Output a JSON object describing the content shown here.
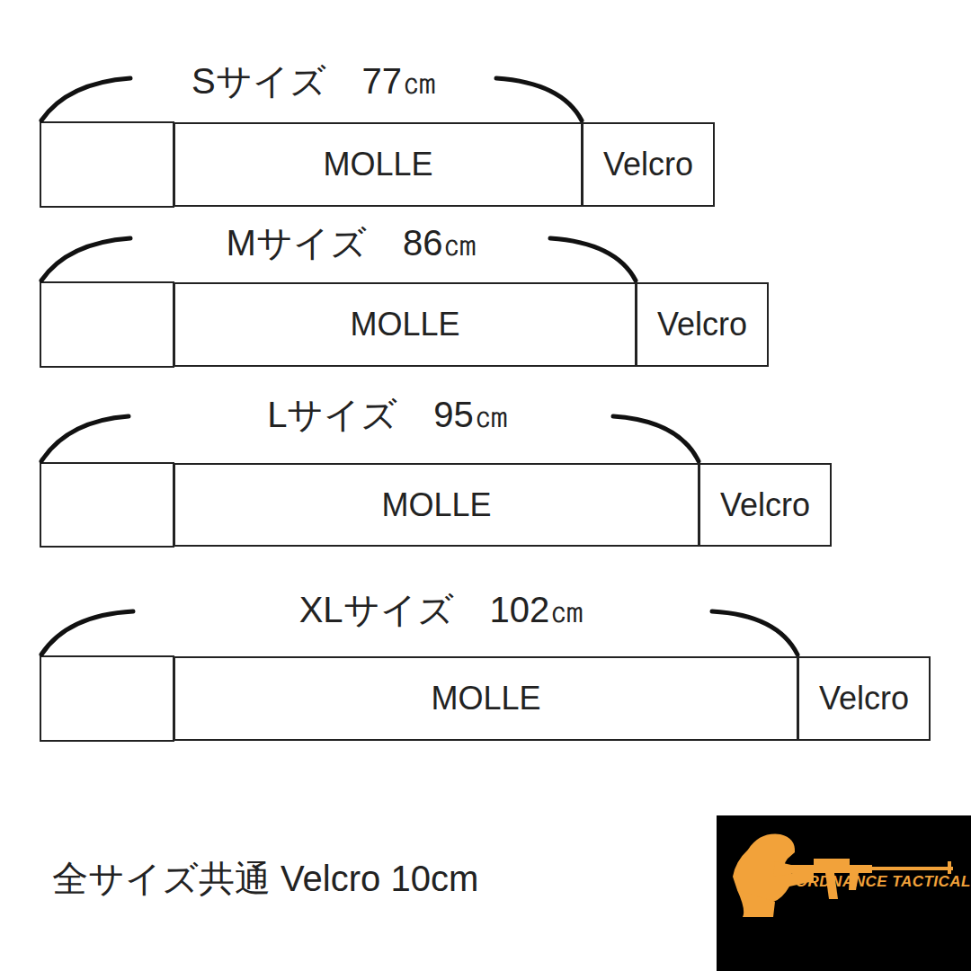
{
  "diagram": {
    "nodes": [
      {
        "text": [
          "MOLLE"
        ]
      },
      {
        "text": [
          "Velcro"
        ]
      },
      {
        "text": [
          "MOLLE"
        ]
      },
      {
        "text": [
          "Velcro"
        ]
      },
      {
        "text": [
          "MOLLE"
        ]
      },
      {
        "text": [
          "Velcro"
        ]
      },
      {
        "text": [
          "MOLLE"
        ]
      },
      {
        "text": [
          "Velcro"
        ]
      },
      {
        "text": [
          "ORDNANCE TACTICAL"
        ]
      }
    ],
    "labels": [
      "Sサイズ　77㎝",
      "Mサイズ　86㎝",
      "Lサイズ　95㎝",
      "XLサイズ　102㎝",
      "全サイズ共通  Velcro  10cm"
    ]
  }
}
